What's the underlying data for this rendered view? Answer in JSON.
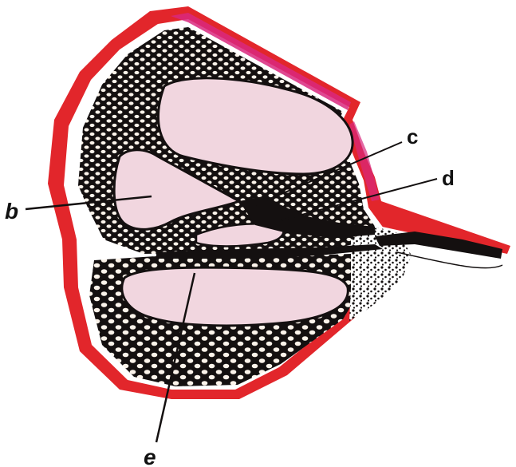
{
  "labels": {
    "b": "b",
    "c": "c",
    "d": "d",
    "e": "e"
  },
  "colors": {
    "bone_red": "#e2262b",
    "membrane_magenta": "#d9287e",
    "cavity_pink": "#f1d6df",
    "tissue_black": "#141010",
    "cell_cream": "#fbf3ea",
    "background": "#ffffff"
  }
}
